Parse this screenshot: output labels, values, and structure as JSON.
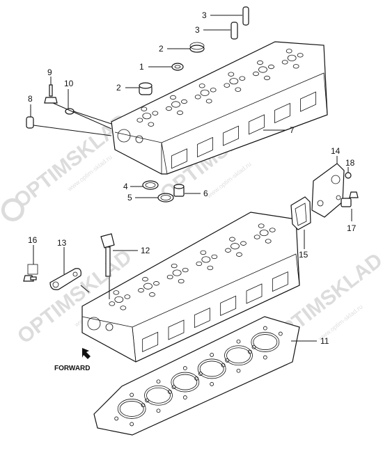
{
  "watermark": {
    "brand": "OPTIMSKLAD",
    "site": "www.optim-sklad.ru"
  },
  "labels": {
    "p1": "1",
    "p2a": "2",
    "p2b": "2",
    "p3a": "3",
    "p3b": "3",
    "p4": "4",
    "p5": "5",
    "p6": "6",
    "p7": "7",
    "p8": "8",
    "p9": "9",
    "p10": "10",
    "p11": "11",
    "p12": "12",
    "p13": "13",
    "p14": "14",
    "p15": "15",
    "p16": "16",
    "p17": "17",
    "p18": "18"
  },
  "forward_label": "FORWARD"
}
